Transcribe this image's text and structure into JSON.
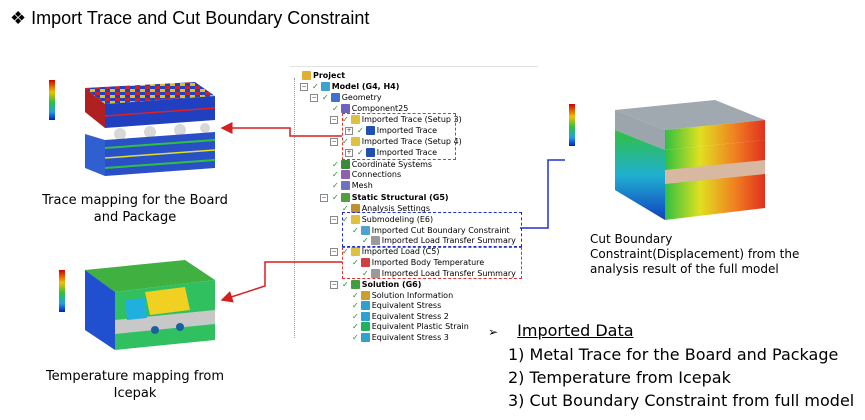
{
  "title": {
    "bullet": "❖",
    "text": "Import Trace and Cut Boundary Constraint"
  },
  "captions": {
    "trace": "Trace mapping for the Board and Package",
    "temperature": "Temperature mapping from Icepak",
    "cut_boundary": "Cut Boundary Constraint(Displacement) from the analysis result of the full model"
  },
  "tree": {
    "items": [
      {
        "label": "Project",
        "icon": "project-icon",
        "bold": true
      },
      {
        "label": "Model (G4, H4)",
        "icon": "model-icon",
        "bold": true
      },
      {
        "label": "Geometry",
        "icon": "geometry-icon"
      },
      {
        "label": "Component25",
        "icon": "component-icon"
      },
      {
        "label": "Imported Trace (Setup 3)",
        "icon": "imported-trace-folder-icon"
      },
      {
        "label": "Imported Trace",
        "icon": "imported-trace-icon"
      },
      {
        "label": "Imported Trace (Setup 4)",
        "icon": "imported-trace-folder-icon"
      },
      {
        "label": "Imported Trace",
        "icon": "imported-trace-icon"
      },
      {
        "label": "Coordinate Systems",
        "icon": "coordinate-systems-icon"
      },
      {
        "label": "Connections",
        "icon": "connections-icon"
      },
      {
        "label": "Mesh",
        "icon": "mesh-icon"
      },
      {
        "label": "Static Structural (G5)",
        "icon": "static-structural-icon",
        "bold": true
      },
      {
        "label": "Analysis Settings",
        "icon": "analysis-settings-icon"
      },
      {
        "label": "Submodeling (E6)",
        "icon": "submodeling-icon"
      },
      {
        "label": "Imported Cut Boundary Constraint",
        "icon": "imported-cut-boundary-icon"
      },
      {
        "label": "Imported Load Transfer Summary",
        "icon": "summary-icon"
      },
      {
        "label": "Imported Load (C5)",
        "icon": "imported-load-icon"
      },
      {
        "label": "Imported Body Temperature",
        "icon": "imported-body-temperature-icon"
      },
      {
        "label": "Imported Load Transfer Summary",
        "icon": "summary-icon"
      },
      {
        "label": "Solution (G6)",
        "icon": "solution-icon",
        "bold": true
      },
      {
        "label": "Solution Information",
        "icon": "solution-information-icon"
      },
      {
        "label": "Equivalent Stress",
        "icon": "equivalent-stress-icon"
      },
      {
        "label": "Equivalent Stress 2",
        "icon": "equivalent-stress-icon"
      },
      {
        "label": "Equivalent Plastic Strain",
        "icon": "equivalent-plastic-strain-icon"
      },
      {
        "label": "Equivalent Stress 3",
        "icon": "equivalent-stress-icon"
      }
    ]
  },
  "imported_data": {
    "bullet": "➢",
    "heading": "Imported Data",
    "items": [
      "1) Metal Trace for the Board and Package",
      "2) Temperature from Icepak",
      "3) Cut Boundary Constraint from full model"
    ]
  },
  "colors": {
    "red_box": "#e03030",
    "blue_box": "#2030d0",
    "arrow_red": "#d42020",
    "arrow_blue": "#2030d0"
  }
}
